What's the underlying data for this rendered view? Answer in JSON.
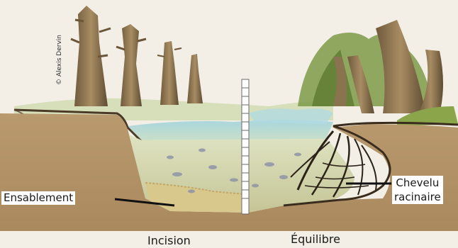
{
  "credit": "© Alexis Dervin",
  "labels": {
    "ensablement": "Ensablement",
    "chevelu_line1": "Chevelu",
    "chevelu_line2": "racinaire",
    "incision": "Incision",
    "equilibre": "Équilibre"
  }
}
